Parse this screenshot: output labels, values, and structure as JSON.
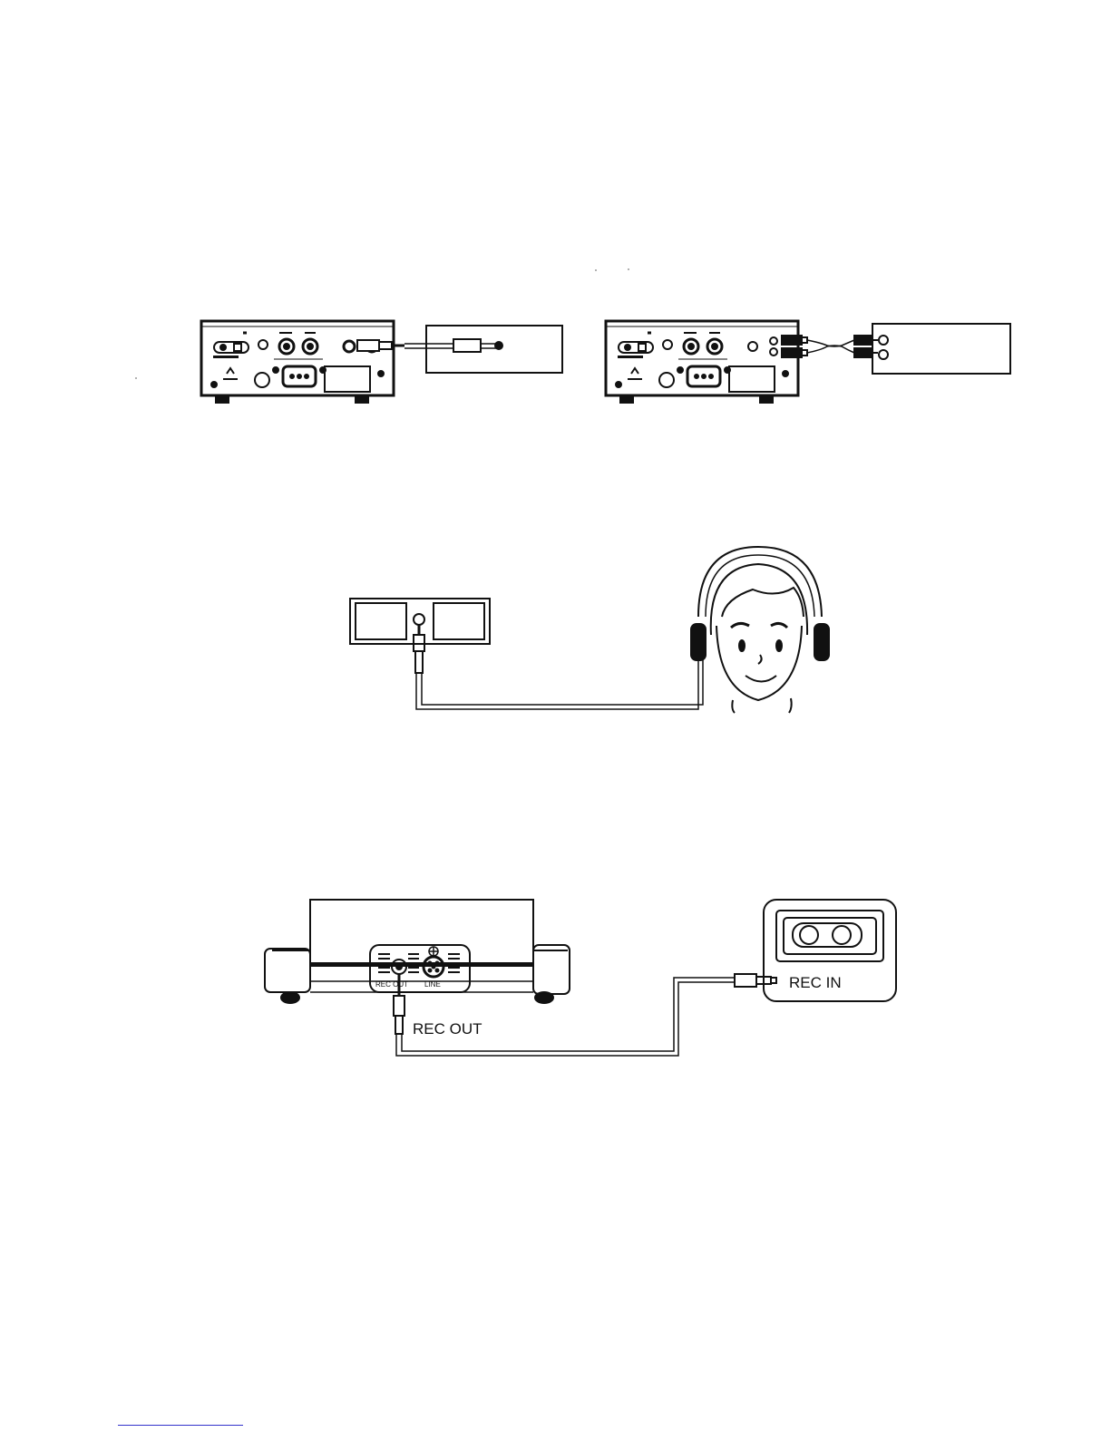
{
  "figures": [
    {
      "id": "fig1",
      "description_key": "rear-panel-to-external-device-mono"
    },
    {
      "id": "fig2",
      "description_key": "rear-panel-to-external-device-stereo"
    },
    {
      "id": "fig3",
      "description_key": "headphone-connection"
    },
    {
      "id": "fig4",
      "description_key": "rec-out-to-tape-deck"
    }
  ],
  "labels": {
    "rec_out": "REC OUT",
    "rec_in": "REC IN",
    "panel_rec_out": "REC OUT",
    "panel_line": "LINE"
  },
  "colors": {
    "ink": "#111111",
    "paper": "#ffffff",
    "footer_link": "#3333cc"
  }
}
